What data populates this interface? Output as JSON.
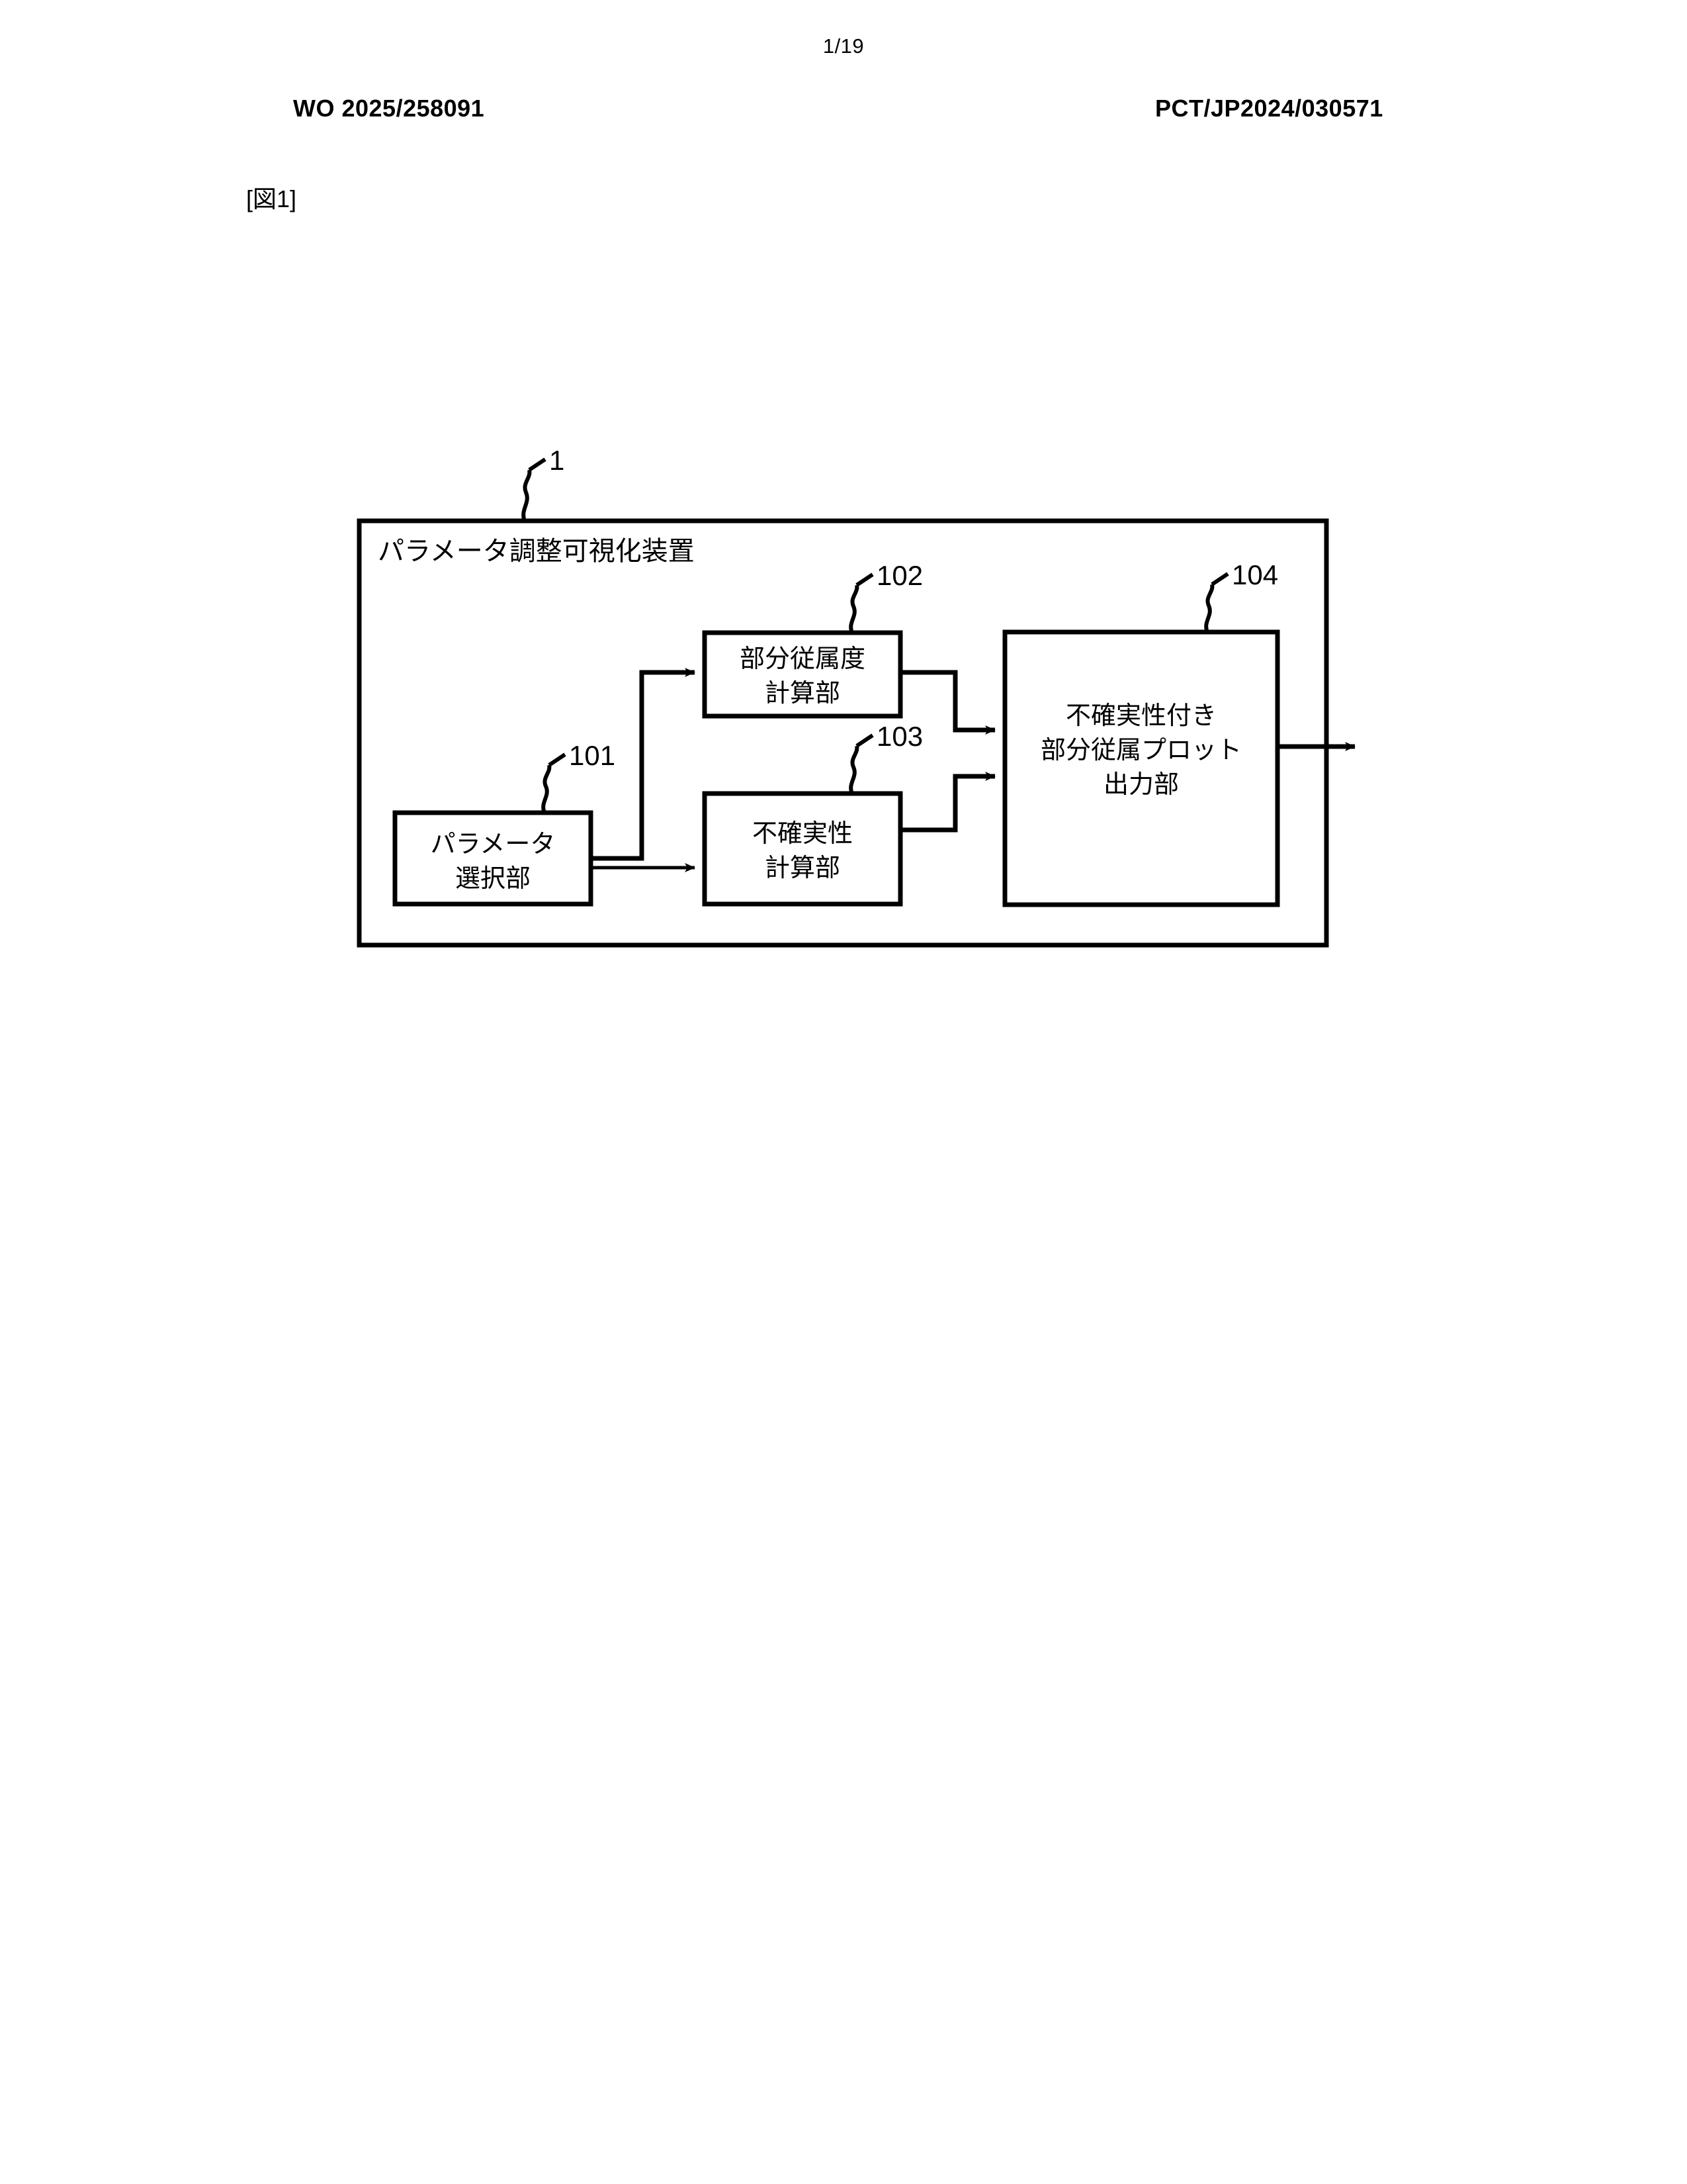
{
  "page": {
    "page_number": "1/19",
    "publication_number": "WO 2025/258091",
    "application_number": "PCT/JP2024/030571",
    "figure_label": "[図1]"
  },
  "diagram": {
    "device": {
      "ref": "1",
      "title": "パラメータ調整可視化装置"
    },
    "blocks": [
      {
        "ref": "101",
        "lines": [
          "パラメータ",
          "選択部"
        ],
        "name": "parameter-selection-unit"
      },
      {
        "ref": "102",
        "lines": [
          "部分従属度",
          "計算部"
        ],
        "name": "partial-dependence-calculation-unit"
      },
      {
        "ref": "103",
        "lines": [
          "不確実性",
          "計算部"
        ],
        "name": "uncertainty-calculation-unit"
      },
      {
        "ref": "104",
        "lines": [
          "不確実性付き",
          "部分従属プロット",
          "出力部"
        ],
        "name": "uncertainty-partial-dependence-plot-output-unit"
      }
    ],
    "connections": [
      {
        "from": "101",
        "to": "102",
        "style": "solid"
      },
      {
        "from": "101",
        "to": "103",
        "style": "solid"
      },
      {
        "from": "102",
        "to": "104",
        "style": "solid"
      },
      {
        "from": "103",
        "to": "104",
        "style": "solid"
      },
      {
        "from": "104",
        "to": "external-output",
        "style": "solid"
      }
    ]
  },
  "colors": {
    "ink": "#000000",
    "paper": "#ffffff"
  }
}
